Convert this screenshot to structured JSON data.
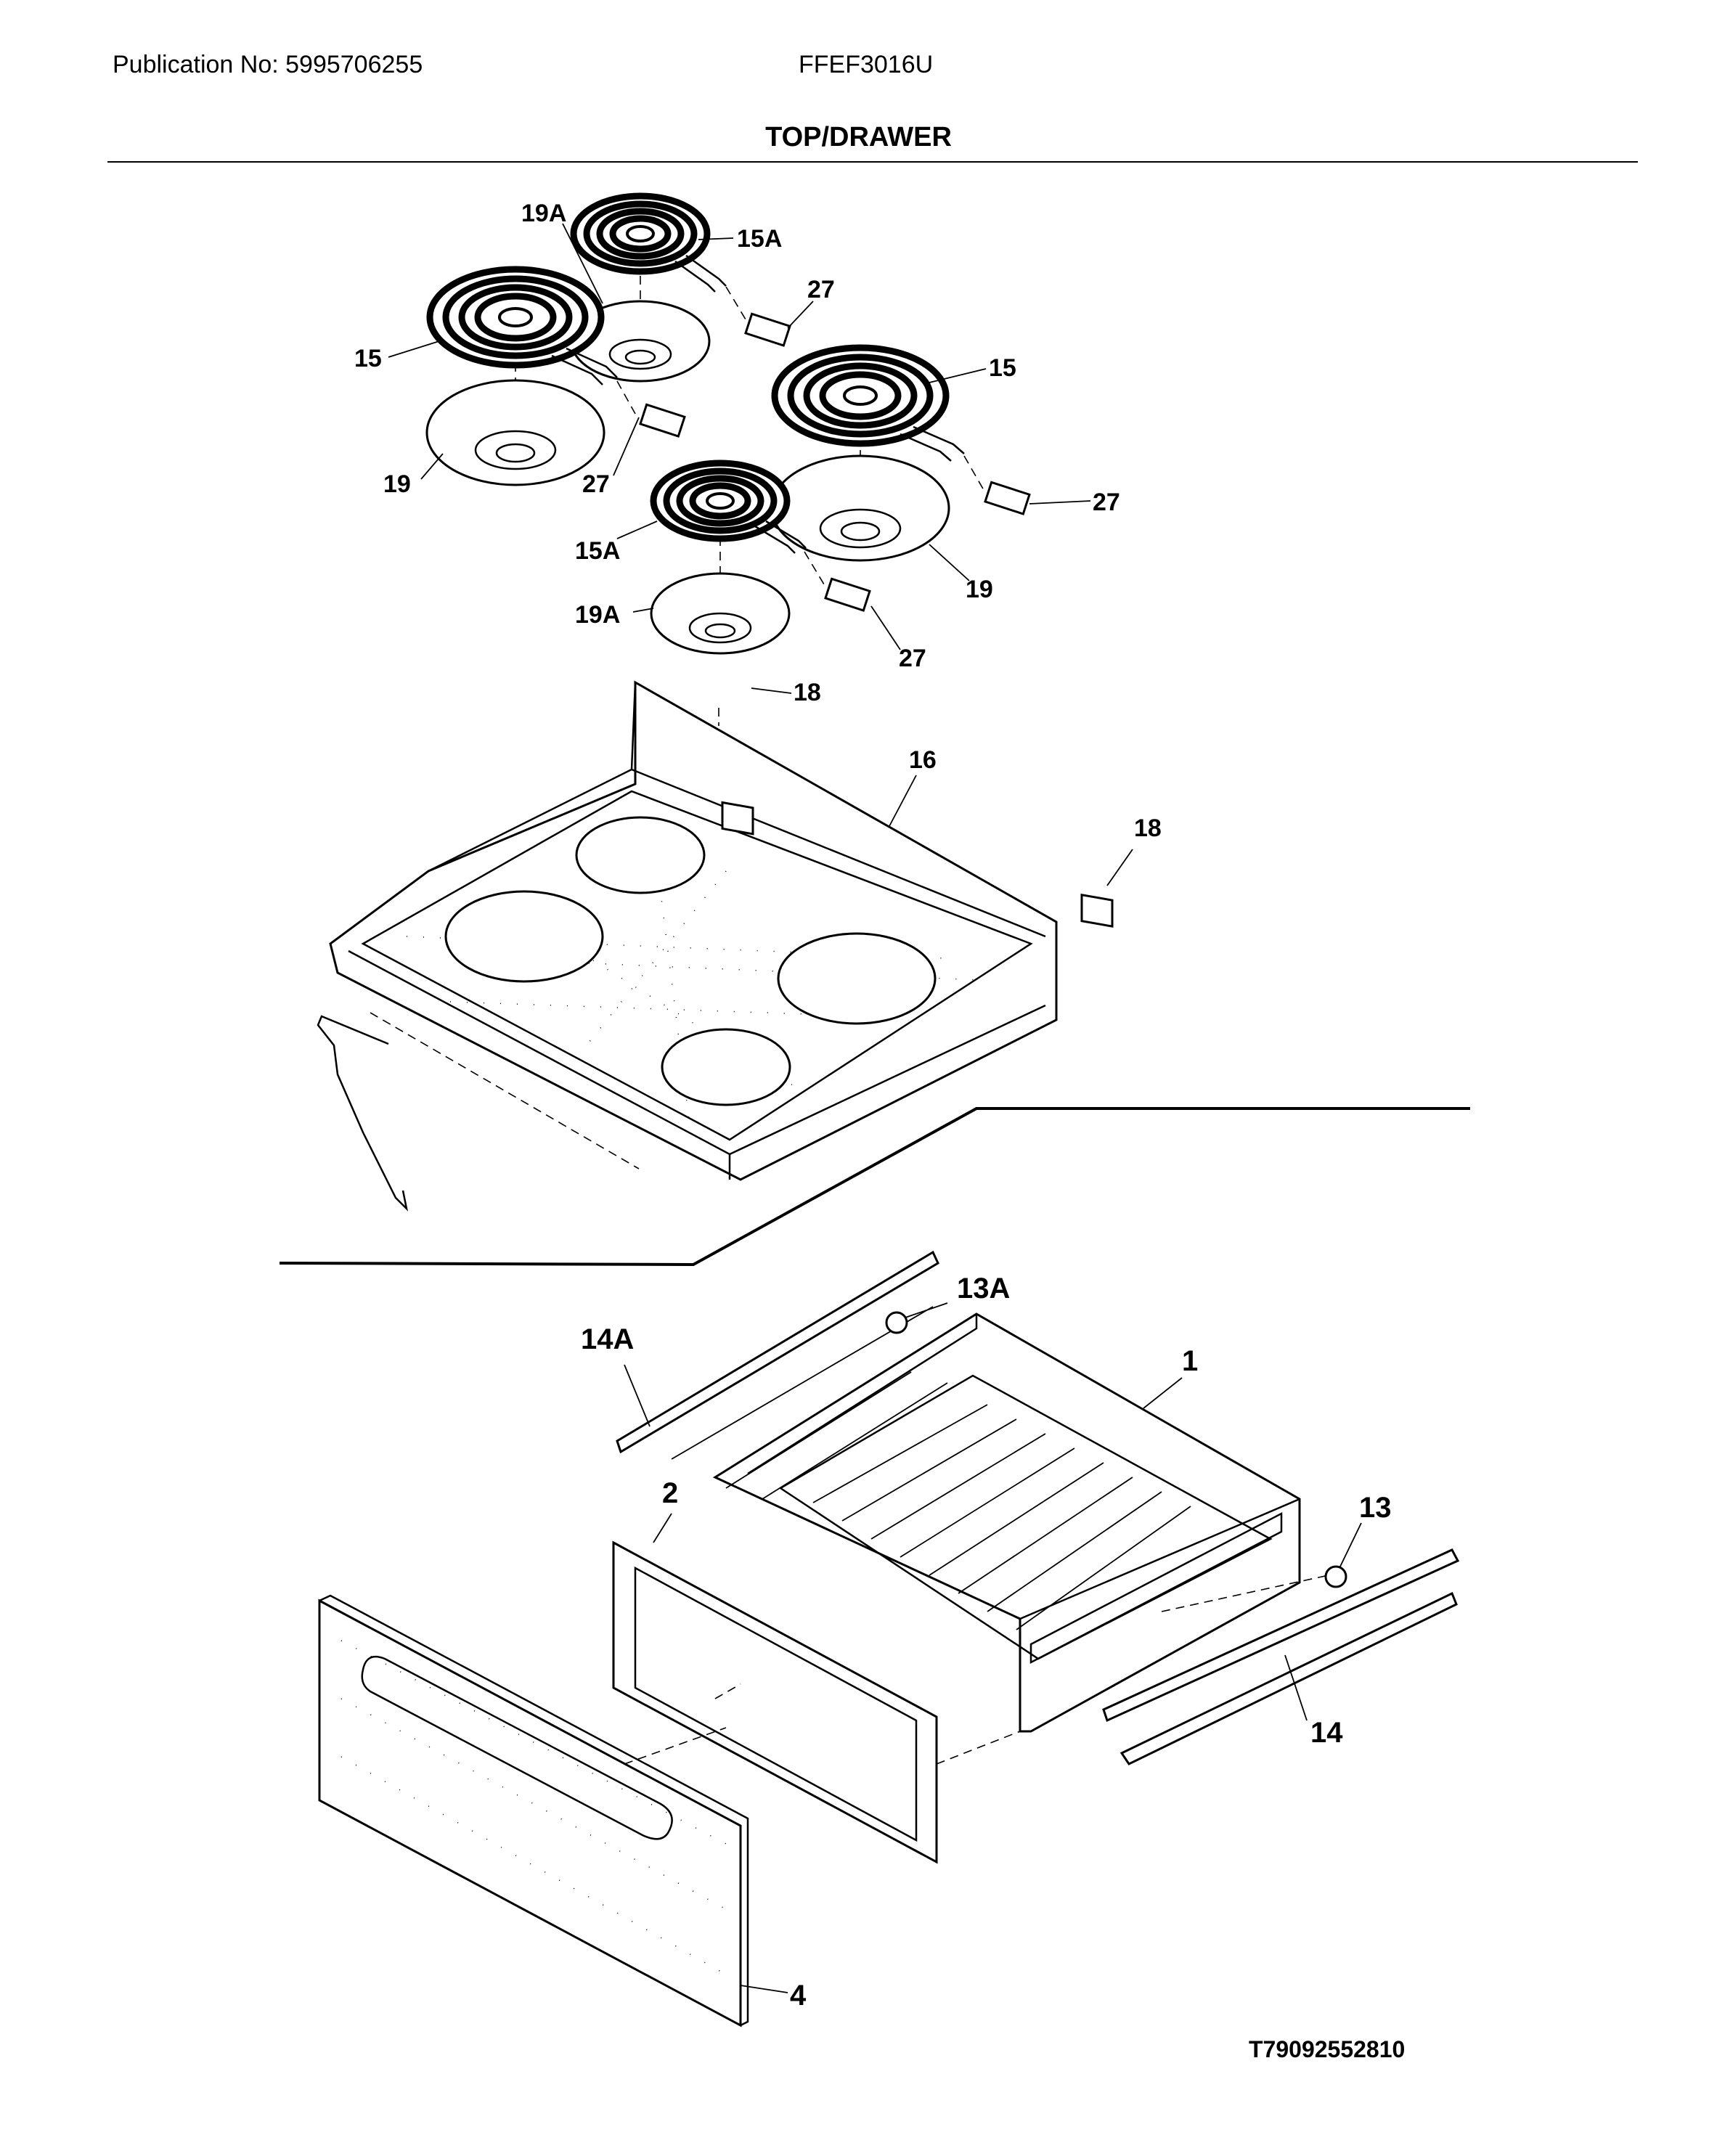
{
  "header": {
    "publication": "Publication No: 5995706255",
    "model": "FFEF3016U",
    "section_title": "TOP/DRAWER"
  },
  "footer": {
    "drawing_code": "T79092552810"
  },
  "callouts": {
    "c19A_top": "19A",
    "c15A_top": "15A",
    "c27_a": "27",
    "c15_left": "15",
    "c15_right": "15",
    "c19_left": "19",
    "c27_b": "27",
    "c27_c": "27",
    "c15A_front": "15A",
    "c19_right": "19",
    "c19A_front": "19A",
    "c27_d": "27",
    "c18_a": "18",
    "c16": "16",
    "c18_b": "18",
    "c13A": "13A",
    "c14A": "14A",
    "c1": "1",
    "c2": "2",
    "c13": "13",
    "c14": "14",
    "c4": "4"
  }
}
